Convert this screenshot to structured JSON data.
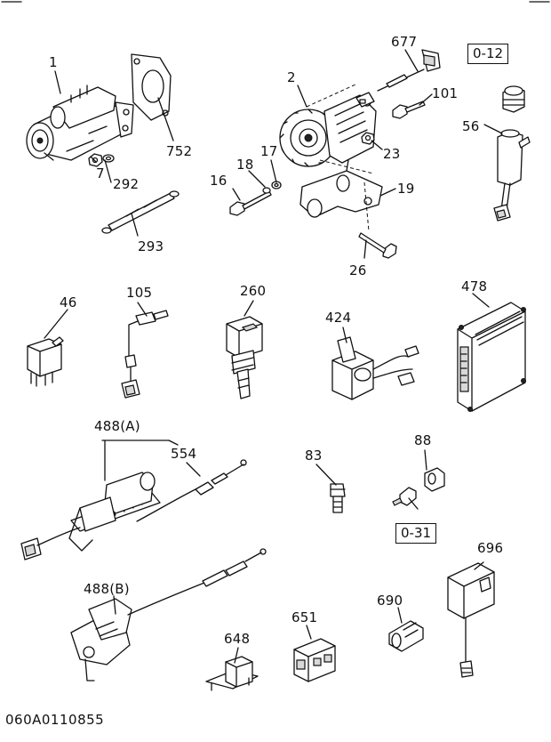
{
  "diagram": {
    "drawing_code": "060A0110855",
    "callouts": {
      "c1": "1",
      "c752": "752",
      "c292": "292",
      "c7": "7",
      "c293": "293",
      "c2": "2",
      "c677": "677",
      "c101": "101",
      "c23": "23",
      "c17": "17",
      "c18": "18",
      "c16": "16",
      "c19": "19",
      "c26": "26",
      "c56": "56",
      "c46": "46",
      "c105": "105",
      "c260": "260",
      "c424": "424",
      "c478": "478",
      "c488a": "488(A)",
      "c554": "554",
      "c83": "83",
      "c88": "88",
      "c488b": "488(B)",
      "c696": "696",
      "c690": "690",
      "c651": "651",
      "c648": "648"
    },
    "boxed_refs": {
      "r012": "0-12",
      "r031": "0-31"
    }
  }
}
